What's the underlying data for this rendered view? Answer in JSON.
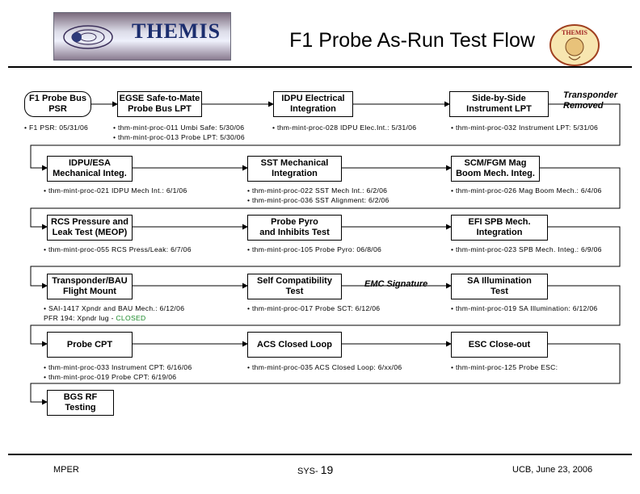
{
  "header": {
    "logo_text": "THEMIS",
    "title": "F1 Probe As-Run Test Flow",
    "badge_text": "THEMIS"
  },
  "rows": [
    {
      "steps": [
        {
          "label": "F1 Probe Bus\nPSR",
          "note": "• F1 PSR: 05/31/06"
        },
        {
          "label": "EGSE Safe-to-Mate\nProbe Bus LPT",
          "note": "• thm-mint-proc-011 Umbi Safe: 5/30/06\n• thm-mint-proc-013 Probe LPT: 5/30/06"
        },
        {
          "label": "IDPU Electrical\nIntegration",
          "note": "• thm-mint-proc-028 IDPU Elec.Int.: 5/31/06"
        },
        {
          "label": "Side-by-Side\nInstrument LPT",
          "note": "• thm-mint-proc-032 Instrument LPT: 5/31/06"
        }
      ],
      "annotation": "Transponder\nRemoved"
    },
    {
      "steps": [
        {
          "label": "IDPU/ESA\nMechanical Integ.",
          "note": "• thm-mint-proc-021 IDPU Mech Int.: 6/1/06"
        },
        {
          "label": "SST Mechanical\nIntegration",
          "note": "• thm-mint-proc-022 SST Mech Int.: 6/2/06\n• thm-mint-proc-036 SST Alignment: 6/2/06"
        },
        {
          "label": "SCM/FGM Mag\nBoom Mech. Integ.",
          "note": "• thm-mint-proc-026 Mag Boom Mech.: 6/4/06"
        }
      ]
    },
    {
      "steps": [
        {
          "label": "RCS Pressure and\nLeak Test (MEOP)",
          "note": "• thm-mint-proc-055 RCS Press/Leak: 6/7/06"
        },
        {
          "label": "Probe Pyro\nand Inhibits Test",
          "note": "• thm-mint-proc-105 Probe Pyro: 06/8/06"
        },
        {
          "label": "EFI SPB Mech.\nIntegration",
          "note": "• thm-mint-proc-023 SPB Mech. Integ.: 6/9/06"
        }
      ]
    },
    {
      "steps": [
        {
          "label": "Transponder/BAU\nFlight Mount",
          "note": "• SAI-1417 Xpndr and BAU Mech.: 6/12/06\n   PFR 194: Xpndr lug - ",
          "status": "CLOSED"
        },
        {
          "label": "Self Compatibility\nTest",
          "note": "• thm-mint-proc-017 Probe SCT: 6/12/06"
        },
        {
          "label": "SA Illumination\nTest",
          "note": "• thm-mint-proc-019 SA Illumination: 6/12/06"
        }
      ],
      "annotation": "EMC Signature"
    },
    {
      "steps": [
        {
          "label": "Probe CPT",
          "note": "• thm-mint-proc-033 Instrument CPT: 6/16/06\n• thm-mint-proc-019 Probe CPT: 6/19/06"
        },
        {
          "label": "ACS Closed Loop",
          "note": "• thm-mint-proc-035 ACS Closed Loop: 6/xx/06"
        },
        {
          "label": "ESC Close-out",
          "note": "• thm-mint-proc-125 Probe ESC:"
        }
      ]
    },
    {
      "steps": [
        {
          "label": "BGS RF Testing"
        }
      ]
    }
  ],
  "footer": {
    "left": "MPER",
    "center_prefix": "SYS-",
    "center_number": "19",
    "right": "UCB, June 23, 2006"
  },
  "colors": {
    "closed": "#1a8a2a",
    "logo_text": "#1b2d6e"
  }
}
